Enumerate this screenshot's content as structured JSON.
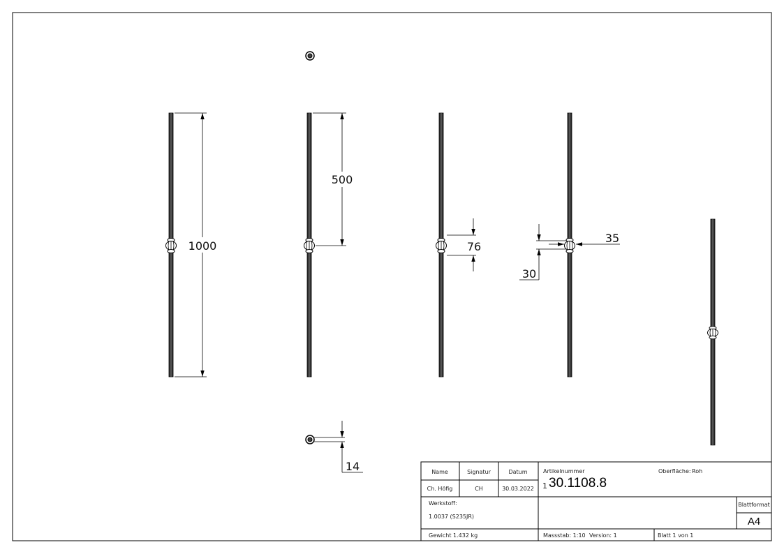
{
  "dimensions": {
    "overall_length": "1000",
    "half_length": "500",
    "knob_height": "76",
    "knob_diameter": "35",
    "knob_core": "30",
    "bar_size": "14"
  },
  "title_block": {
    "name_label": "Name",
    "signature_label": "Signatur",
    "date_label": "Datum",
    "name": "Ch. Höfig",
    "signature": "CH",
    "date": "30.03.2022",
    "article_label": "Artikelnummer",
    "article_prefix": "1",
    "article_number": "30.1108.8",
    "surface_label": "Oberfläche:",
    "surface": "Roh",
    "material_label": "Werkstoff:",
    "material": "1.0037 (S235JR)",
    "sheet_format_label": "Blattformat",
    "sheet_format": "A4",
    "weight": "Gewicht 1.432 kg",
    "scale": "Massstab: 1:10",
    "version": "Version: 1",
    "sheet": "Blatt 1 von 1"
  }
}
